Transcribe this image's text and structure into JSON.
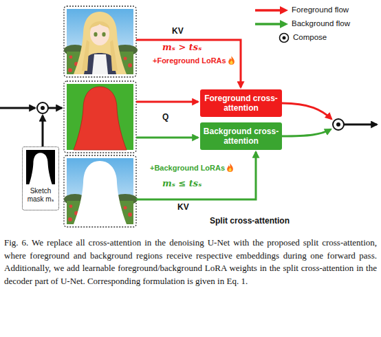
{
  "diagram": {
    "caption": "Fig. 6. We replace all cross-attention in the denoising U-Net with the proposed split cross-attention, where foreground and background regions receive respective embeddings during one forward pass. Additionally, we add learnable foreground/background LoRA weights in the split cross-attention in the decoder part of U-Net. Corresponding formulation is given in Eq. 1.",
    "nodes": [
      {
        "text": [
          "Sketch mask mₛ"
        ]
      },
      {
        "text": [
          "Foreground cross-attention"
        ]
      },
      {
        "text": [
          "Background cross-attention"
        ]
      }
    ],
    "labels": [
      "KV",
      "mₛ > tsₛ",
      "+Foreground LoRAs",
      "Q",
      "+Background LoRAs",
      "mₛ ≤ tsₛ",
      "KV",
      "Split cross-attention"
    ],
    "legend": [
      {
        "text": "Foreground flow",
        "color": "#f01c1c"
      },
      {
        "text": "Background flow",
        "color": "#3aa530"
      },
      {
        "text": "Compose"
      }
    ]
  }
}
